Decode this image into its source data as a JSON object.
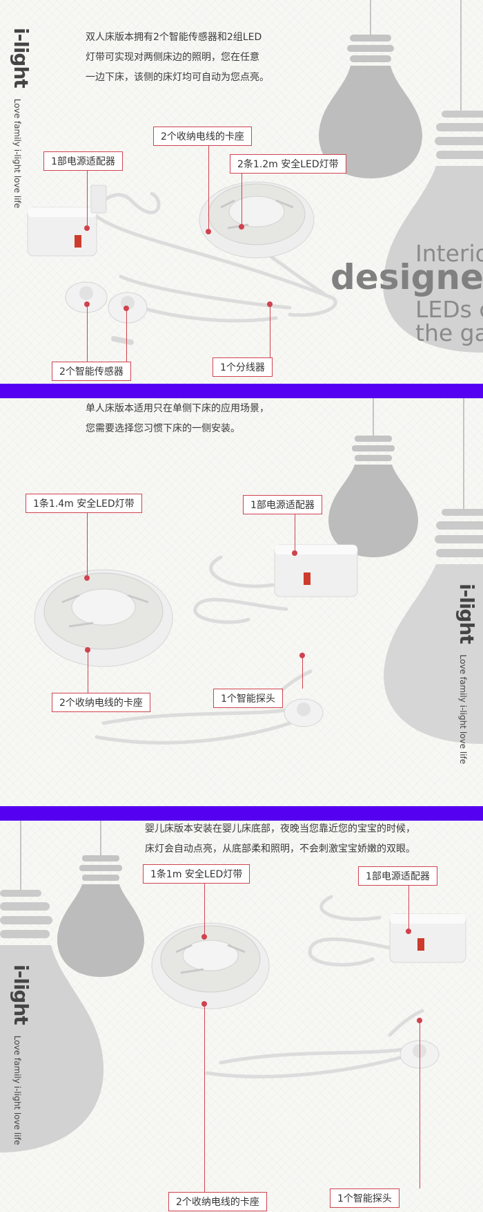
{
  "brand": {
    "logo": "i-light",
    "tagline": "Love family i-light love life"
  },
  "panel1": {
    "desc": [
      "双人床版本拥有2个智能传感器和2组LED",
      "灯带可实现对两侧床边的照明，您在任意",
      "一边下床，该侧的床灯均可自动为您点亮。"
    ],
    "labels": {
      "clip": "2个收纳电线的卡座",
      "adapter": "1部电源适配器",
      "strip": "2条1.2m 安全LED灯带",
      "sensors": "2个智能传感器",
      "splitter": "1个分线器"
    },
    "deco": {
      "line1": "Interior",
      "line2": "designers",
      "line3": "LEDs c",
      "line4": "the gar"
    }
  },
  "panel2": {
    "desc": [
      "单人床版本适用只在单侧下床的应用场景，",
      "您需要选择您习惯下床的一侧安装。"
    ],
    "labels": {
      "strip": "1条1.4m 安全LED灯带",
      "adapter": "1部电源适配器",
      "clip": "2个收纳电线的卡座",
      "probe": "1个智能探头"
    }
  },
  "panel3": {
    "desc": [
      "婴儿床版本安装在婴儿床底部，夜晚当您靠近您的宝宝的时候，",
      "床灯会自动点亮，从底部柔和照明，不会刺激宝宝娇嫩的双眼。"
    ],
    "labels": {
      "strip": "1条1m 安全LED灯带",
      "adapter": "1部电源适配器",
      "clip": "2个收纳电线的卡座",
      "probe": "1个智能探头"
    }
  },
  "colors": {
    "accent": "#d0424e",
    "divider": "#5500f0",
    "bulb": "#b8b8b8"
  }
}
